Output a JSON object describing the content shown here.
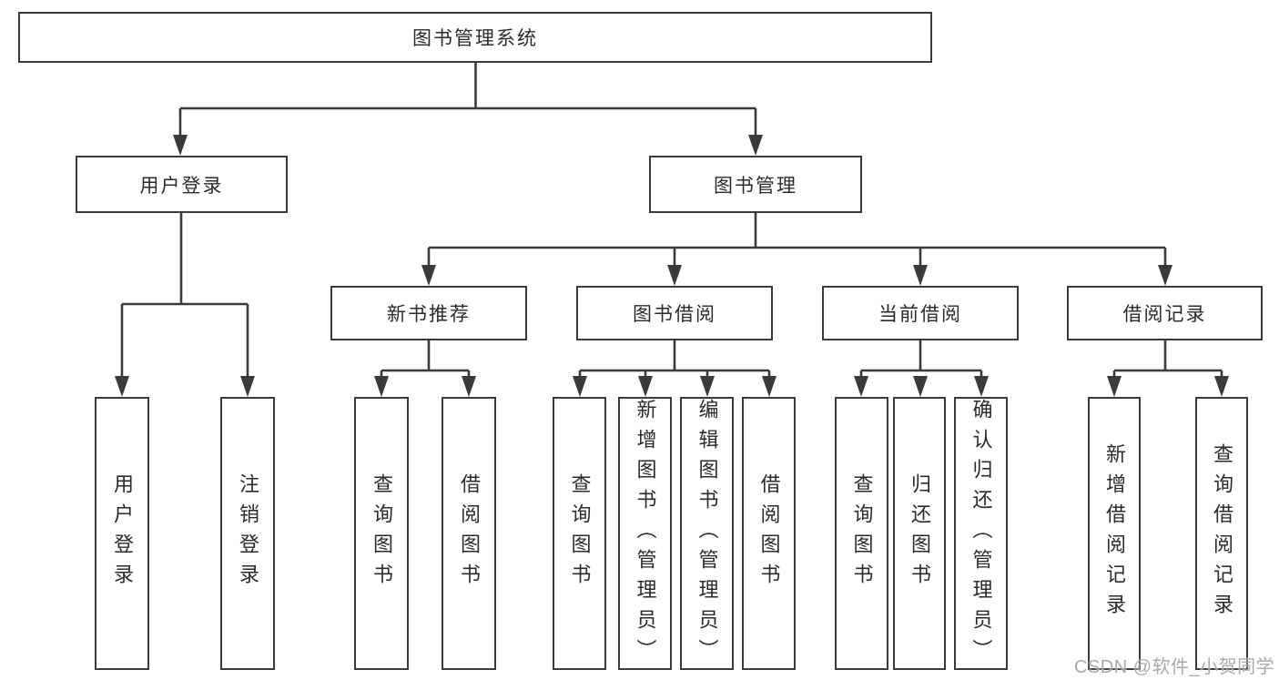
{
  "tree": {
    "root": {
      "label": "图书管理系统",
      "children": [
        {
          "label": "用户登录",
          "children": [
            {
              "label": "用户登录"
            },
            {
              "label": "注销登录"
            }
          ]
        },
        {
          "label": "图书管理",
          "children": [
            {
              "label": "新书推荐",
              "children": [
                {
                  "label": "查询图书"
                },
                {
                  "label": "借阅图书"
                }
              ]
            },
            {
              "label": "图书借阅",
              "children": [
                {
                  "label": "查询图书"
                },
                {
                  "label": "新增图书（管理员）"
                },
                {
                  "label": "编辑图书（管理员）"
                },
                {
                  "label": "借阅图书"
                }
              ]
            },
            {
              "label": "当前借阅",
              "children": [
                {
                  "label": "查询图书"
                },
                {
                  "label": "归还图书"
                },
                {
                  "label": "确认归还（管理员）"
                }
              ]
            },
            {
              "label": "借阅记录",
              "children": [
                {
                  "label": "新增借阅记录"
                },
                {
                  "label": "查询借阅记录"
                }
              ]
            }
          ]
        }
      ]
    }
  },
  "watermark": "CSDN @软件_小贺同学",
  "colors": {
    "line": "#3a3a3a",
    "text": "#2b2b2b",
    "background": "#ffffff",
    "watermark": "#9e9e9e"
  }
}
